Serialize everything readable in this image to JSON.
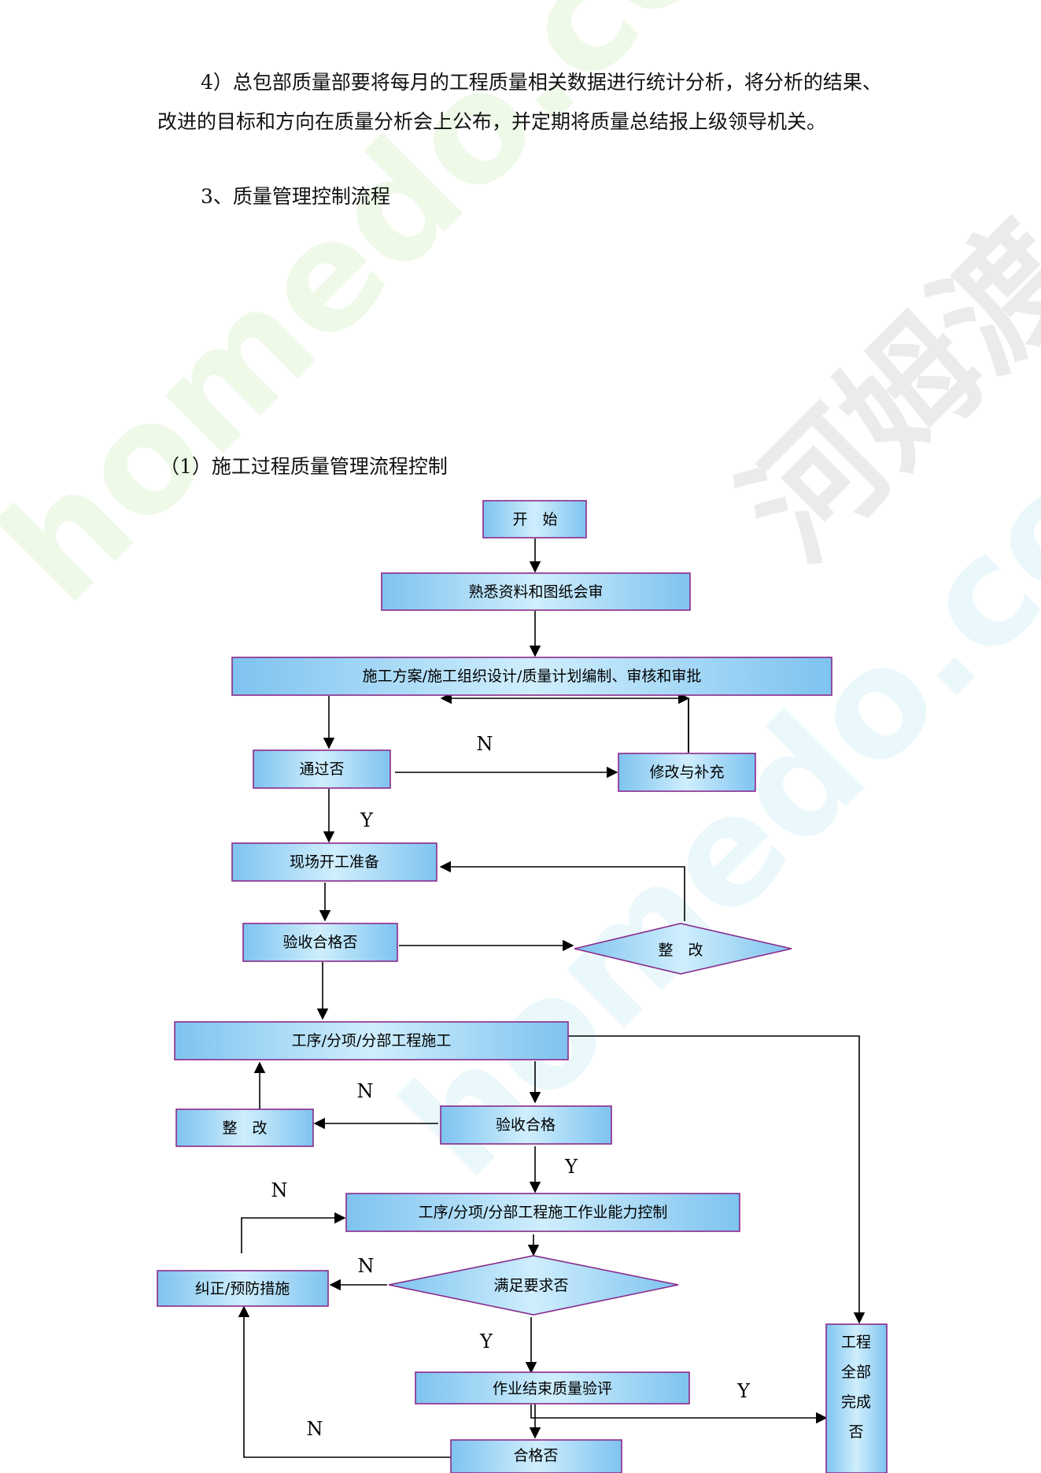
{
  "doc": {
    "para1": "4）总包部质量部要将每月的工程质量相关数据进行统计分析，将分析的结果、改进的目标和方向在质量分析会上公布，并定期将质量总结报上级领导机关。",
    "section": "3、质量管理控制流程",
    "subsection": "（1）施工过程质量管理流程控制"
  },
  "watermark": {
    "text_en": "homedo.com",
    "text_cn": "河姆渡"
  },
  "flow": {
    "start": "开　始",
    "review": "熟悉资料和图纸会审",
    "plan": "施工方案/施工组织设计/质量计划编制、审核和审批",
    "passed": "通过否",
    "revise": "修改与补充",
    "prep": "现场开工准备",
    "accept_ok": "验收合格否",
    "rectify_diamond": "整　改",
    "process": "工序/分项/分部工程施工",
    "accept": "验收合格",
    "rectify_box": "整　改",
    "capability": "工序/分项/分部工程施工作业能力控制",
    "meet": "满足要求否",
    "correct": "纠正/预防措施",
    "evaluate": "作业结束质量验评",
    "qualified": "合格否",
    "complete_1": "工程",
    "complete_2": "全部",
    "complete_3": "完成",
    "complete_4": "否",
    "label_n": "N",
    "label_y": "Y"
  },
  "colors": {
    "box_fill": "#a9d8f5",
    "box_border": "#8a2a8a",
    "line": "#000000",
    "wm_cyan": "#e3f6fb",
    "wm_yellow": "#fafbe2",
    "wm_gray": "#e9e9e9"
  }
}
